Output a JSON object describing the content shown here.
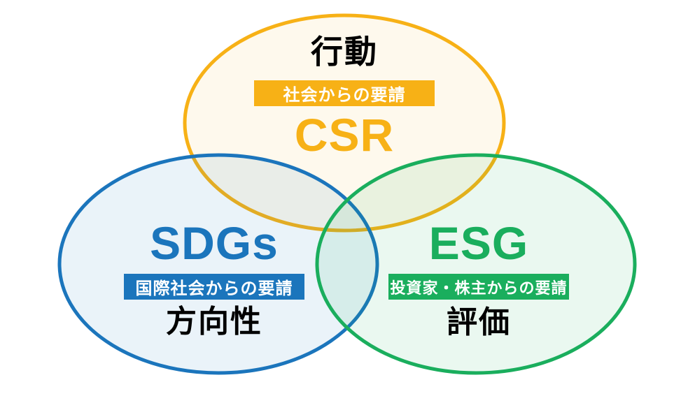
{
  "diagram": {
    "background": "#FFFFFF",
    "badge_text_color": "#FFFFFF",
    "label_text_color": "#000000",
    "circles": [
      {
        "id": "csr",
        "stroke_color": "#F7B116",
        "fill_tint": "rgba(247,177,22,0.08)",
        "top_label": "行動",
        "badge": "社会からの要請",
        "title": "CSR"
      },
      {
        "id": "sdgs",
        "stroke_color": "#1B75BC",
        "fill_tint": "rgba(27,117,188,0.09)",
        "title": "SDGs",
        "badge": "国際社会からの要請",
        "bottom_label": "方向性"
      },
      {
        "id": "esg",
        "stroke_color": "#1AAE5D",
        "fill_tint": "rgba(26,174,93,0.09)",
        "title": "ESG",
        "badge": "投資家・株主からの要請",
        "bottom_label": "評価"
      }
    ]
  }
}
